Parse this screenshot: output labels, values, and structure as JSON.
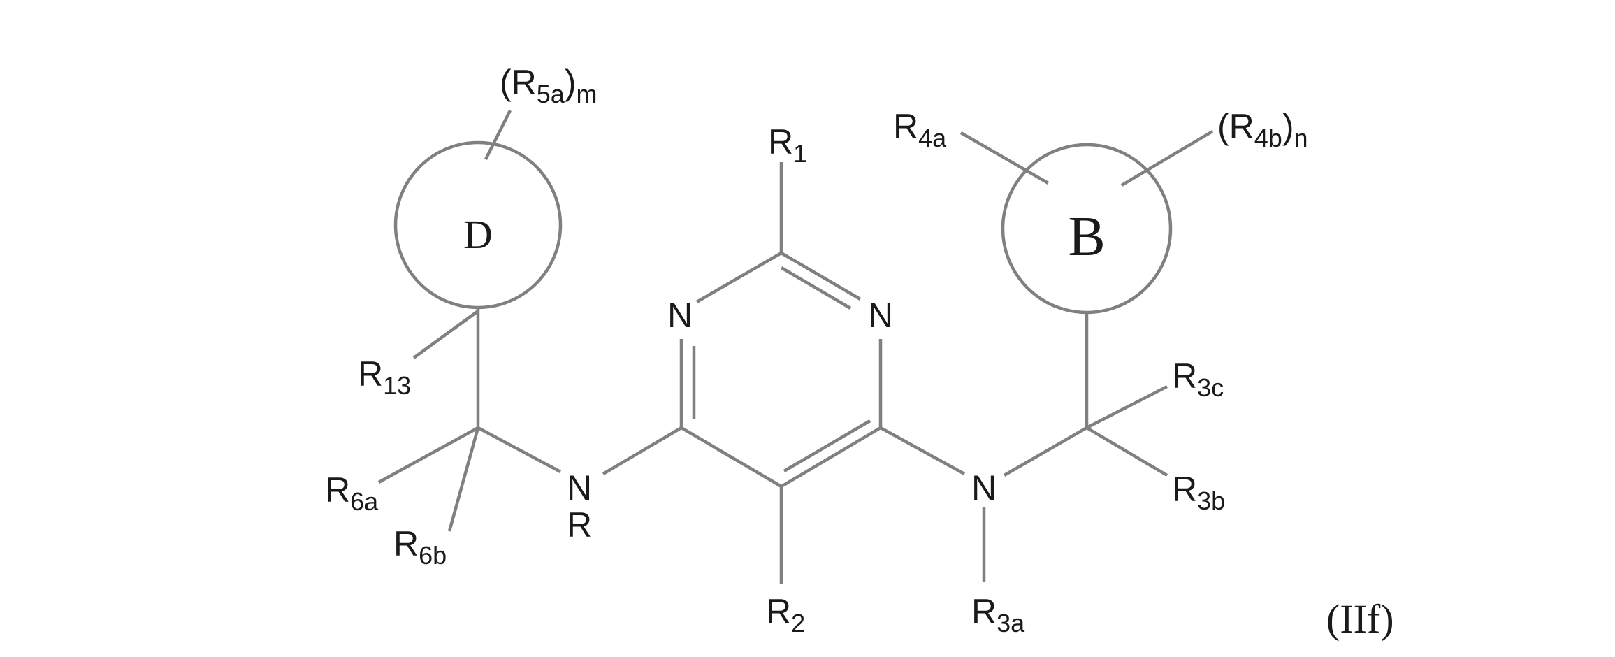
{
  "formula_label": "(IIf)",
  "rings": {
    "D": "D",
    "B": "B"
  },
  "atoms": {
    "N1": "N",
    "N3": "N",
    "NH": "N",
    "NH_sub": "R",
    "N_right": "N"
  },
  "substituents": {
    "R1": {
      "base": "R",
      "sub": "1"
    },
    "R2": {
      "base": "R",
      "sub": "2"
    },
    "R3a": {
      "base": "R",
      "sub": "3a"
    },
    "R3b": {
      "base": "R",
      "sub": "3b"
    },
    "R3c": {
      "base": "R",
      "sub": "3c"
    },
    "R4a": {
      "base": "R",
      "sub": "4a"
    },
    "R4b": {
      "open": "(R",
      "sub": "4b",
      "close": ")",
      "exp": "n"
    },
    "R5a": {
      "open": "(R",
      "sub": "5a",
      "close": ")",
      "exp": "m"
    },
    "R6a": {
      "base": "R",
      "sub": "6a"
    },
    "R6b": {
      "base": "R",
      "sub": "6b"
    },
    "R13": {
      "base": "R",
      "sub": "13"
    }
  }
}
